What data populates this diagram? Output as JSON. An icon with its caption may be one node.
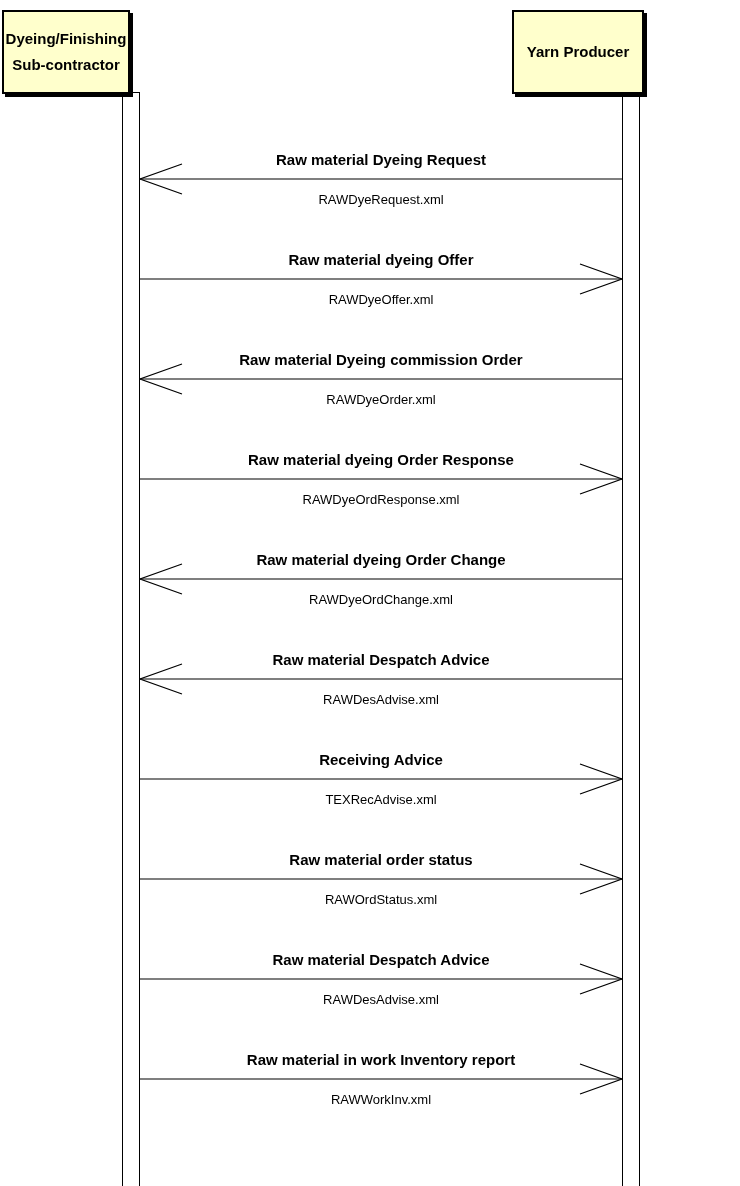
{
  "diagram": {
    "nodes": [
      {
        "text": [
          "Dyeing/Finishing Sub-contractor"
        ]
      },
      {
        "text": [
          "Yarn Producer"
        ]
      }
    ],
    "edges": [
      {
        "from": 1,
        "to": 0,
        "arrow": "to",
        "label": "Raw material Dyeing Request"
      },
      {
        "from": 0,
        "to": 1,
        "arrow": "to",
        "label": "Raw material dyeing Offer"
      },
      {
        "from": 1,
        "to": 0,
        "arrow": "to",
        "label": "Raw material Dyeing commission Order"
      },
      {
        "from": 0,
        "to": 1,
        "arrow": "to",
        "label": "Raw material dyeing Order Response"
      },
      {
        "from": 1,
        "to": 0,
        "arrow": "to",
        "label": "Raw material dyeing Order Change"
      },
      {
        "from": 1,
        "to": 0,
        "arrow": "to",
        "label": "Raw material Despatch Advice"
      },
      {
        "from": 0,
        "to": 1,
        "arrow": "to",
        "label": "Receiving Advice"
      },
      {
        "from": 0,
        "to": 1,
        "arrow": "to",
        "label": "Raw material order status"
      },
      {
        "from": 0,
        "to": 1,
        "arrow": "to",
        "label": "Raw material Despatch Advice"
      },
      {
        "from": 0,
        "to": 1,
        "arrow": "to",
        "label": "Raw material in work Inventory report"
      }
    ],
    "labels": [
      "RAWDyeRequest.xml",
      "RAWDyeOffer.xml",
      "RAWDyeOrder.xml",
      "RAWDyeOrdResponse.xml",
      "RAWDyeOrdChange.xml",
      "RAWDesAdvise.xml",
      "TEXRecAdvise.xml",
      "RAWOrdStatus.xml",
      "RAWDesAdvise.xml",
      "RAWWorkInv.xml"
    ]
  }
}
